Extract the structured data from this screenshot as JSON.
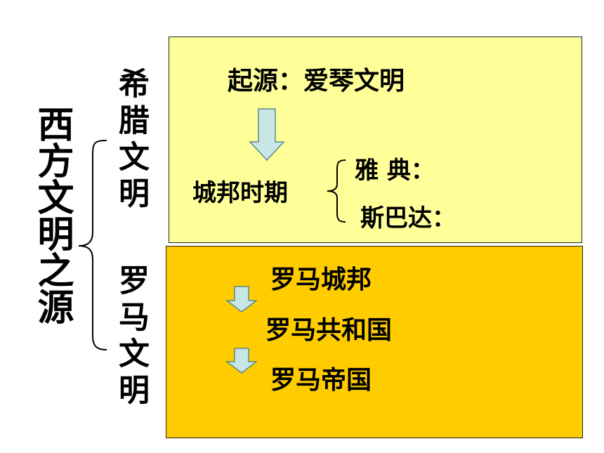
{
  "root": {
    "title": "西方文明之源"
  },
  "greece": {
    "title": "希腊文明",
    "origin": "起源：爱琴文明",
    "city_state_period": "城邦时期",
    "athens": "雅 典：",
    "sparta": "斯巴达："
  },
  "rome": {
    "title": "罗马文明",
    "stage1": "罗马城邦",
    "stage2": "罗马共和国",
    "stage3": "罗马帝国"
  },
  "colors": {
    "greece_box": "#ffff99",
    "rome_box": "#ffcc00",
    "arrow_fill": "#c8e6e6",
    "arrow_stroke": "#5a8a8a",
    "brace": "#000000"
  }
}
